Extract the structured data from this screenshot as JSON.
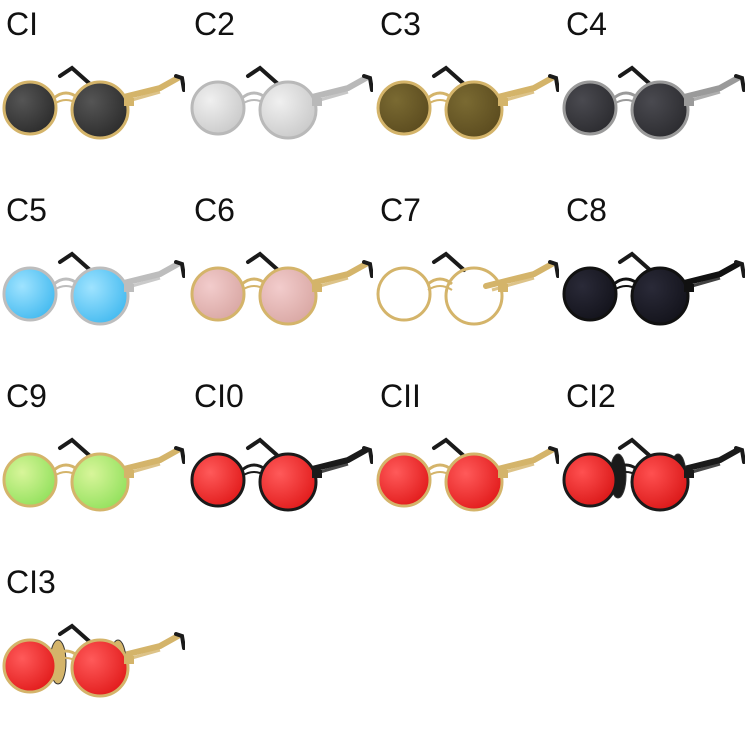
{
  "variants": [
    {
      "label": "CI",
      "frame": "#d4b46a",
      "lens": "#2a2a2a",
      "lens_hi": "#555555",
      "clear": false,
      "side_shield": false
    },
    {
      "label": "C2",
      "frame": "#b9b9b9",
      "lens": "#c8c8c8",
      "lens_hi": "#f0f0f0",
      "clear": false,
      "side_shield": false
    },
    {
      "label": "C3",
      "frame": "#d4b46a",
      "lens": "#5a4a1e",
      "lens_hi": "#7a6a32",
      "clear": false,
      "side_shield": false
    },
    {
      "label": "C4",
      "frame": "#9a9a9a",
      "lens": "#2a2a2e",
      "lens_hi": "#4a4a50",
      "clear": false,
      "side_shield": false
    },
    {
      "label": "C5",
      "frame": "#bdbdbd",
      "lens": "#3fb8ef",
      "lens_hi": "#9fe3ff",
      "clear": false,
      "side_shield": false
    },
    {
      "label": "C6",
      "frame": "#d4b46a",
      "lens": "#d8a6a2",
      "lens_hi": "#f2cccc",
      "clear": false,
      "side_shield": false
    },
    {
      "label": "C7",
      "frame": "#d4b46a",
      "lens": "#ffffff",
      "lens_hi": "#ffffff",
      "clear": true,
      "side_shield": false
    },
    {
      "label": "C8",
      "frame": "#111111",
      "lens": "#12121a",
      "lens_hi": "#2a2a38",
      "clear": false,
      "side_shield": false
    },
    {
      "label": "C9",
      "frame": "#d4b46a",
      "lens": "#8fe05a",
      "lens_hi": "#d8f59a",
      "clear": false,
      "side_shield": false
    },
    {
      "label": "CI0",
      "frame": "#1a1a1a",
      "lens": "#e01818",
      "lens_hi": "#ff5a5a",
      "clear": false,
      "side_shield": false
    },
    {
      "label": "CII",
      "frame": "#d4b46a",
      "lens": "#e01818",
      "lens_hi": "#ff5a5a",
      "clear": false,
      "side_shield": false
    },
    {
      "label": "CI2",
      "frame": "#1a1a1a",
      "lens": "#d81515",
      "lens_hi": "#ff5050",
      "clear": false,
      "side_shield": true
    },
    {
      "label": "CI3",
      "frame": "#d4b46a",
      "lens": "#e01818",
      "lens_hi": "#ff5a5a",
      "clear": false,
      "side_shield": true
    }
  ]
}
